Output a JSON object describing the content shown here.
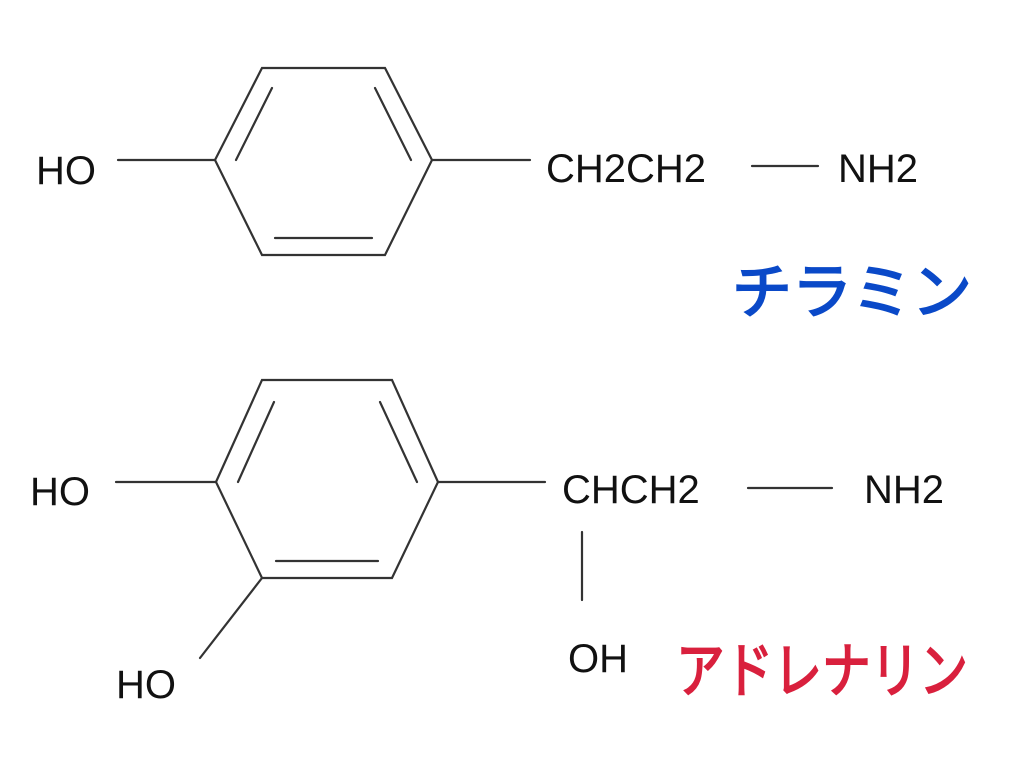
{
  "tyramine": {
    "ho": "HO",
    "chain": "CH2CH2",
    "amine": "NH2",
    "name": "チラミン",
    "name_color": "#0a49c8"
  },
  "adrenaline": {
    "ho_top": "HO",
    "ho_bottom": "HO",
    "chain": "CHCH2",
    "amine": "NH2",
    "oh": "OH",
    "name": "アドレナリン",
    "name_color": "#d9203d"
  }
}
